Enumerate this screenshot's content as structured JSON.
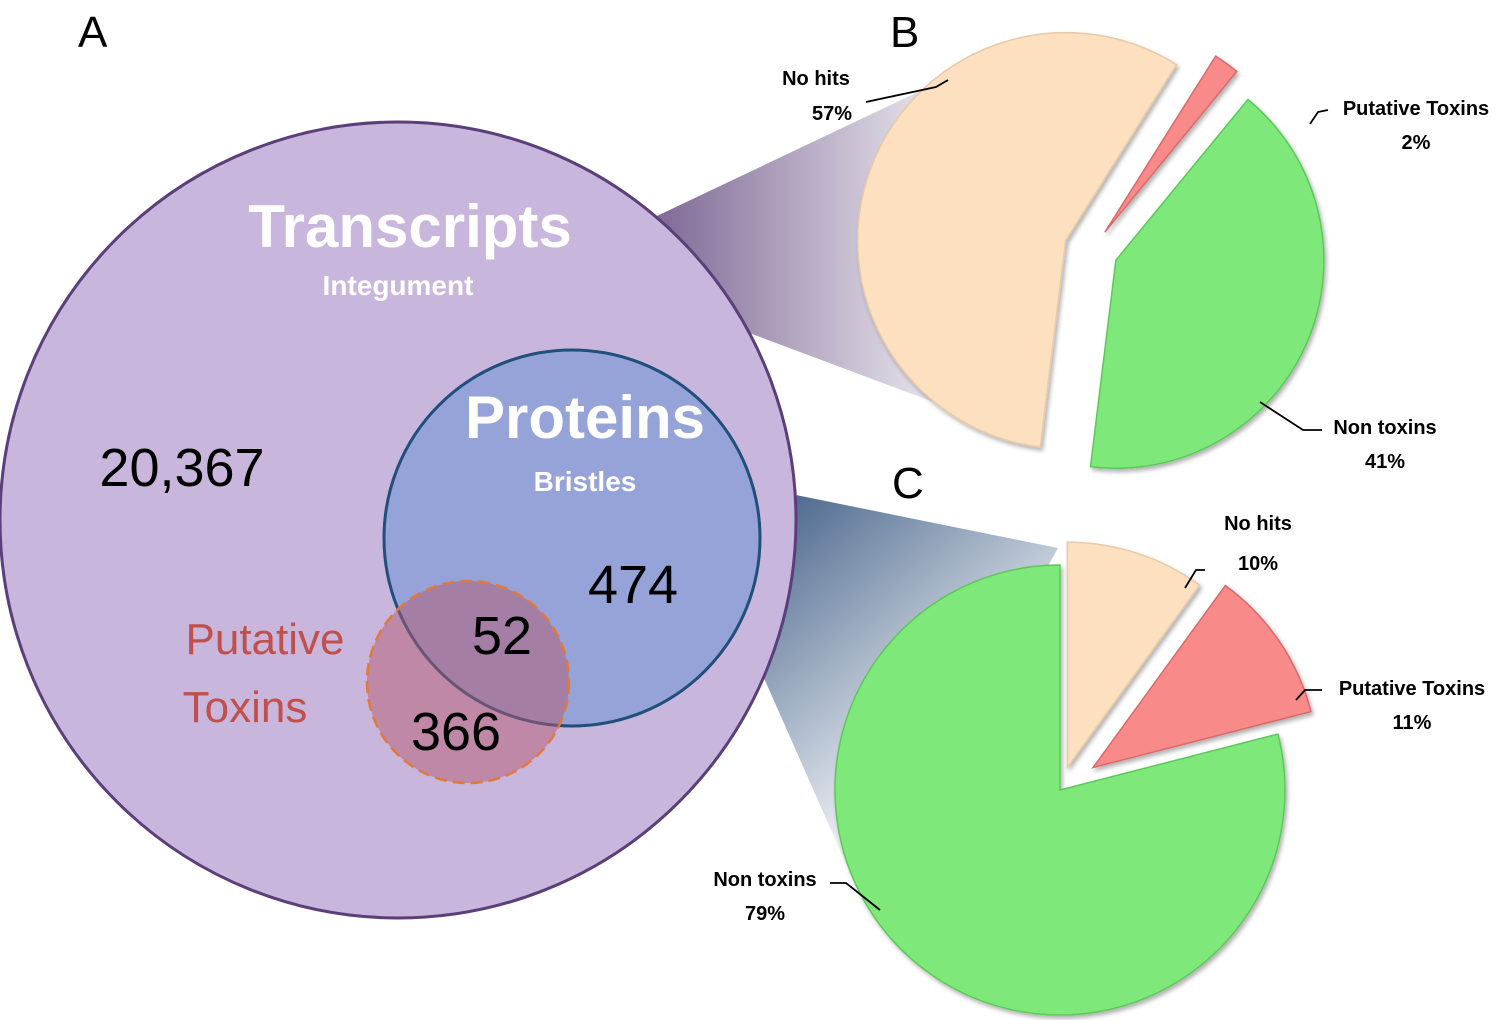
{
  "panels": {
    "a": "A",
    "b": "B",
    "c": "C"
  },
  "venn": {
    "transcripts": {
      "title": "Transcripts",
      "subtitle": "Integument",
      "count": "20,367"
    },
    "proteins": {
      "title": "Proteins",
      "subtitle": "Bristles",
      "count": "474"
    },
    "toxins": {
      "line1": "Putative",
      "line2": "Toxins",
      "count": "366"
    },
    "overlap_count": "52"
  },
  "colors": {
    "transcripts_fill": "#c9b6dc",
    "transcripts_stroke": "#5b3f7a",
    "proteins_fill": "#95a3d8",
    "proteins_stroke": "#1f4f7a",
    "toxins_fill": "#c98ea0",
    "toxins_stroke": "#e07a3a",
    "no_hits": "#fde0c0",
    "putative_toxins": "#f88a8a",
    "non_toxins": "#7ee87a"
  },
  "chart_data": [
    {
      "type": "pie",
      "panel": "B",
      "categories": [
        "No hits",
        "Putative Toxins",
        "Non toxins"
      ],
      "values": [
        57,
        2,
        41
      ],
      "labels": {
        "no_hits": {
          "name": "No hits",
          "pct": "57%"
        },
        "putative_toxins": {
          "name": "Putative Toxins",
          "pct": "2%"
        },
        "non_toxins": {
          "name": "Non toxins",
          "pct": "41%"
        }
      }
    },
    {
      "type": "pie",
      "panel": "C",
      "categories": [
        "No hits",
        "Putative Toxins",
        "Non toxins"
      ],
      "values": [
        10,
        11,
        79
      ],
      "labels": {
        "no_hits": {
          "name": "No hits",
          "pct": "10%"
        },
        "putative_toxins": {
          "name": "Putative Toxins",
          "pct": "11%"
        },
        "non_toxins": {
          "name": "Non toxins",
          "pct": "79%"
        }
      }
    }
  ]
}
